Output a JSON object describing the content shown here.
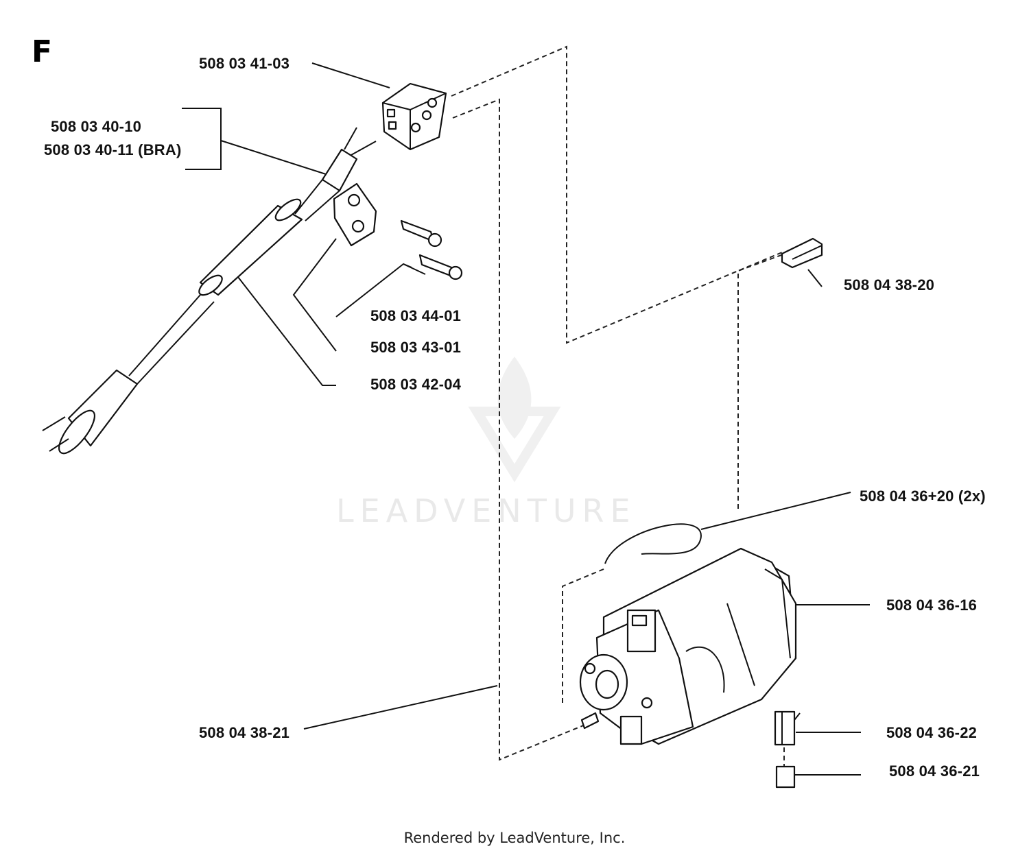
{
  "diagram": {
    "section_letter": "F",
    "watermark": "LEADVENTURE",
    "footer": "Rendered by LeadVenture, Inc.",
    "labels": {
      "terminal_block": "508 03 41-03",
      "cord_1": "508 03 40-10",
      "cord_2": "508 03 40-11 (BRA)",
      "screw": "508 03 44-01",
      "plate": "508 03 43-01",
      "sleeve": "508 03 42-04",
      "cable_top": "508 04 38-20",
      "motor_wire": "508 04 36+20 (2x)",
      "motor": "508 04 36-16",
      "cable_bottom": "508 04 38-21",
      "brush_holder": "508 04 36-22",
      "brush": "508 04 36-21"
    }
  }
}
